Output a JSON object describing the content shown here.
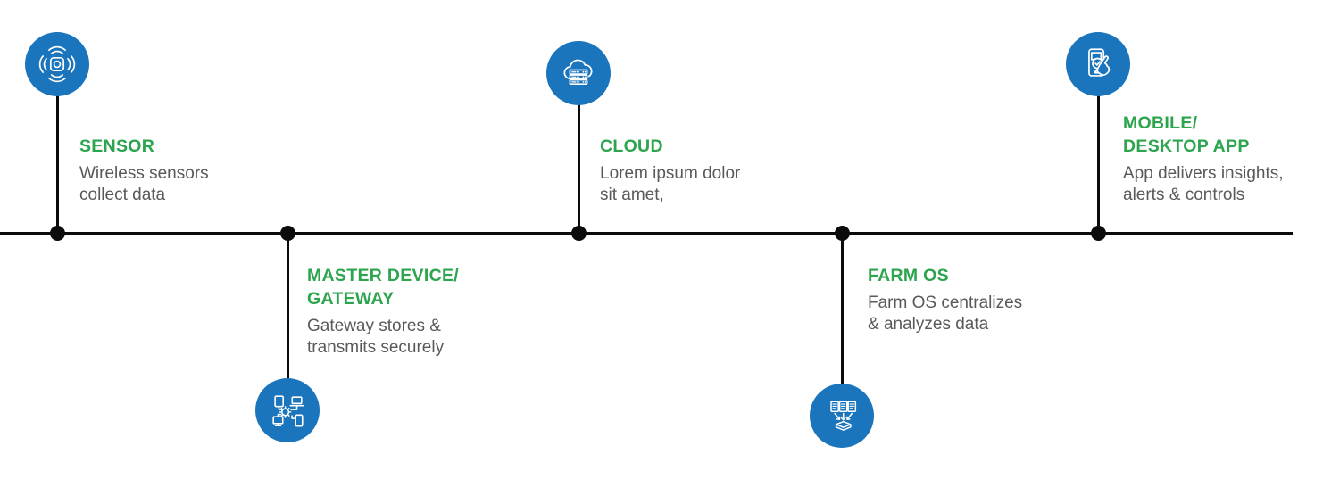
{
  "diagram": {
    "type": "timeline-process",
    "colors": {
      "icon_circle_blue": "#1B75BC",
      "title_green": "#2DA44E",
      "description_gray": "#58595B",
      "axis_black": "#0B0B0B"
    },
    "steps": [
      {
        "id": "sensor",
        "icon": "wireless-sensor-icon",
        "side": "above",
        "title_lines": [
          "SENSOR"
        ],
        "description_lines": [
          "Wireless sensors",
          "collect data"
        ]
      },
      {
        "id": "master-device-gateway",
        "icon": "connected-devices-gateway-icon",
        "side": "below",
        "title_lines": [
          "MASTER DEVICE/",
          "GATEWAY"
        ],
        "description_lines": [
          "Gateway stores &",
          "transmits securely"
        ]
      },
      {
        "id": "cloud",
        "icon": "cloud-server-icon",
        "side": "above",
        "title_lines": [
          "CLOUD"
        ],
        "description_lines": [
          "Lorem ipsum dolor",
          "sit amet,"
        ]
      },
      {
        "id": "farm-os",
        "icon": "data-aggregation-icon",
        "side": "below",
        "title_lines": [
          "FARM OS"
        ],
        "description_lines": [
          "Farm OS centralizes",
          "& analyzes data"
        ]
      },
      {
        "id": "mobile-desktop-app",
        "icon": "mobile-tap-icon",
        "side": "above",
        "title_lines": [
          "MOBILE/",
          "DESKTOP APP"
        ],
        "description_lines": [
          "App delivers insights,",
          "alerts & controls"
        ]
      }
    ]
  }
}
